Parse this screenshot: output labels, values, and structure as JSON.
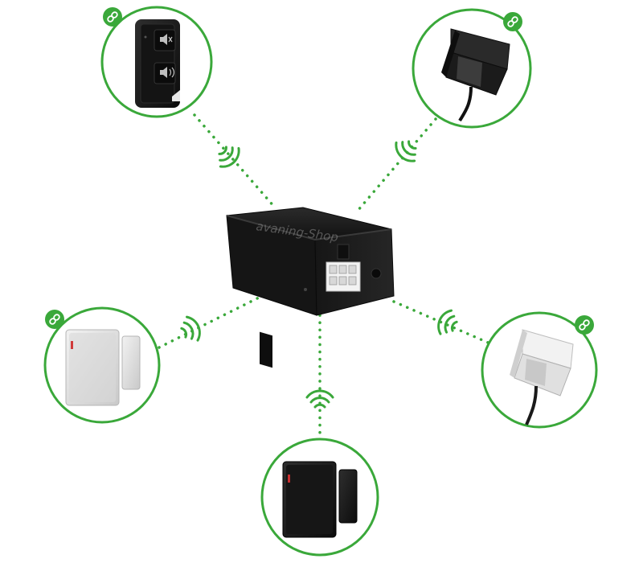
{
  "watermark": {
    "text": "avaning-Shop"
  },
  "colors": {
    "accent_green": "#3aa83a",
    "device_black": "#1c1c1c",
    "device_white": "#e6e6e6",
    "background": "#ffffff"
  },
  "hub": {
    "icon": "control-box-icon"
  },
  "devices": [
    {
      "id": "remote",
      "icon": "volume-remote-icon",
      "badge_icon": "link-icon"
    },
    {
      "id": "black-sensor-topright",
      "icon": "black-lift-sensor-icon",
      "badge_icon": "link-icon"
    },
    {
      "id": "white-door-sensor",
      "icon": "white-door-sensor-icon",
      "badge_icon": "link-icon"
    },
    {
      "id": "white-sensor-right",
      "icon": "white-lift-sensor-icon",
      "badge_icon": "link-icon"
    },
    {
      "id": "black-door-sensor",
      "icon": "black-door-sensor-icon",
      "badge_icon": "none"
    }
  ],
  "connection_icon": "wireless-signal-icon"
}
